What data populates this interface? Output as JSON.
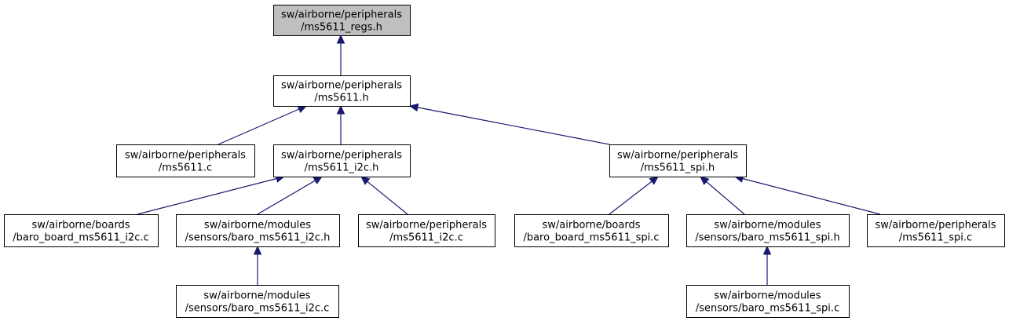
{
  "diagram": {
    "nodes": [
      {
        "id": "ms5611_regs_h",
        "line1": "sw/airborne/peripherals",
        "line2": "/ms5611_regs.h",
        "root": true
      },
      {
        "id": "ms5611_h",
        "line1": "sw/airborne/peripherals",
        "line2": "/ms5611.h"
      },
      {
        "id": "ms5611_c",
        "line1": "sw/airborne/peripherals",
        "line2": "/ms5611.c"
      },
      {
        "id": "ms5611_i2c_h",
        "line1": "sw/airborne/peripherals",
        "line2": "/ms5611_i2c.h"
      },
      {
        "id": "ms5611_spi_h",
        "line1": "sw/airborne/peripherals",
        "line2": "/ms5611_spi.h"
      },
      {
        "id": "baro_board_ms5611_i2c_c",
        "line1": "sw/airborne/boards",
        "line2": "/baro_board_ms5611_i2c.c"
      },
      {
        "id": "baro_ms5611_i2c_h",
        "line1": "sw/airborne/modules",
        "line2": "/sensors/baro_ms5611_i2c.h"
      },
      {
        "id": "ms5611_i2c_c",
        "line1": "sw/airborne/peripherals",
        "line2": "/ms5611_i2c.c"
      },
      {
        "id": "baro_board_ms5611_spi_c",
        "line1": "sw/airborne/boards",
        "line2": "/baro_board_ms5611_spi.c"
      },
      {
        "id": "baro_ms5611_spi_h",
        "line1": "sw/airborne/modules",
        "line2": "/sensors/baro_ms5611_spi.h"
      },
      {
        "id": "ms5611_spi_c",
        "line1": "sw/airborne/peripherals",
        "line2": "/ms5611_spi.c"
      },
      {
        "id": "baro_ms5611_i2c_c",
        "line1": "sw/airborne/modules",
        "line2": "/sensors/baro_ms5611_i2c.c"
      },
      {
        "id": "baro_ms5611_spi_c",
        "line1": "sw/airborne/modules",
        "line2": "/sensors/baro_ms5611_spi.c"
      }
    ],
    "edges": [
      {
        "from": "ms5611_h",
        "to": "ms5611_regs_h"
      },
      {
        "from": "ms5611_c",
        "to": "ms5611_h"
      },
      {
        "from": "ms5611_i2c_h",
        "to": "ms5611_h"
      },
      {
        "from": "ms5611_spi_h",
        "to": "ms5611_h"
      },
      {
        "from": "baro_board_ms5611_i2c_c",
        "to": "ms5611_i2c_h"
      },
      {
        "from": "baro_ms5611_i2c_h",
        "to": "ms5611_i2c_h"
      },
      {
        "from": "ms5611_i2c_c",
        "to": "ms5611_i2c_h"
      },
      {
        "from": "baro_board_ms5611_spi_c",
        "to": "ms5611_spi_h"
      },
      {
        "from": "baro_ms5611_spi_h",
        "to": "ms5611_spi_h"
      },
      {
        "from": "ms5611_spi_c",
        "to": "ms5611_spi_h"
      },
      {
        "from": "baro_ms5611_i2c_c",
        "to": "baro_ms5611_i2c_h"
      },
      {
        "from": "baro_ms5611_spi_c",
        "to": "baro_ms5611_spi_h"
      }
    ],
    "colors": {
      "edge": "#191970",
      "root_fill": "#bfbfbf",
      "node_fill": "#ffffff",
      "border": "#000000"
    }
  }
}
